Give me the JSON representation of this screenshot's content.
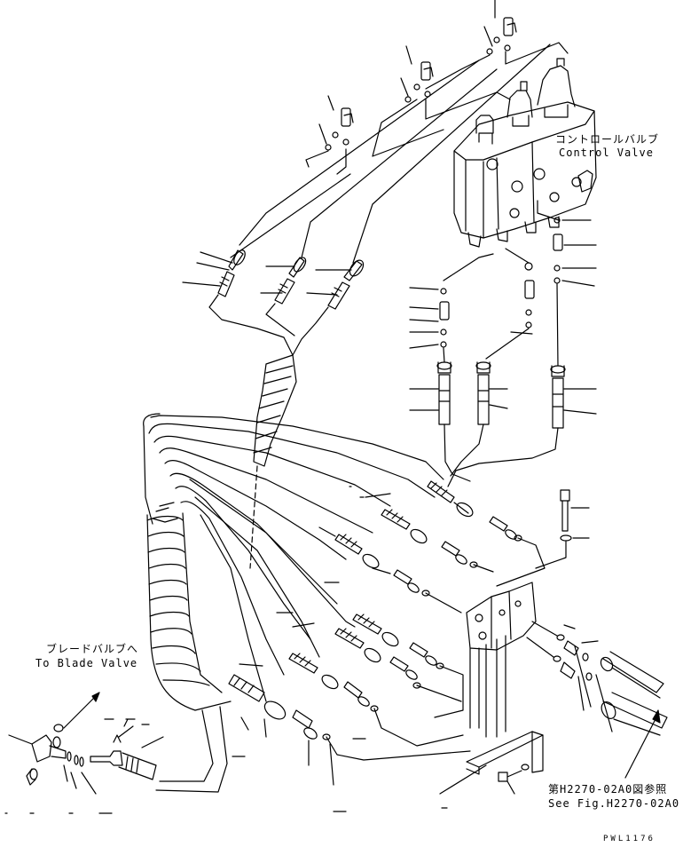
{
  "control_valve": {
    "label_jp": "コントロールバルブ",
    "label_en": "Control Valve"
  },
  "blade_valve": {
    "label_jp": "ブレードバルブへ",
    "label_en": "To Blade Valve"
  },
  "figure_ref": {
    "label_jp": "第H2270-02A0図参照",
    "label_en": "See Fig.H2270-02A0"
  },
  "drawing_code": "PWL1176",
  "colors": {
    "line": "#000000",
    "background": "#ffffff"
  }
}
